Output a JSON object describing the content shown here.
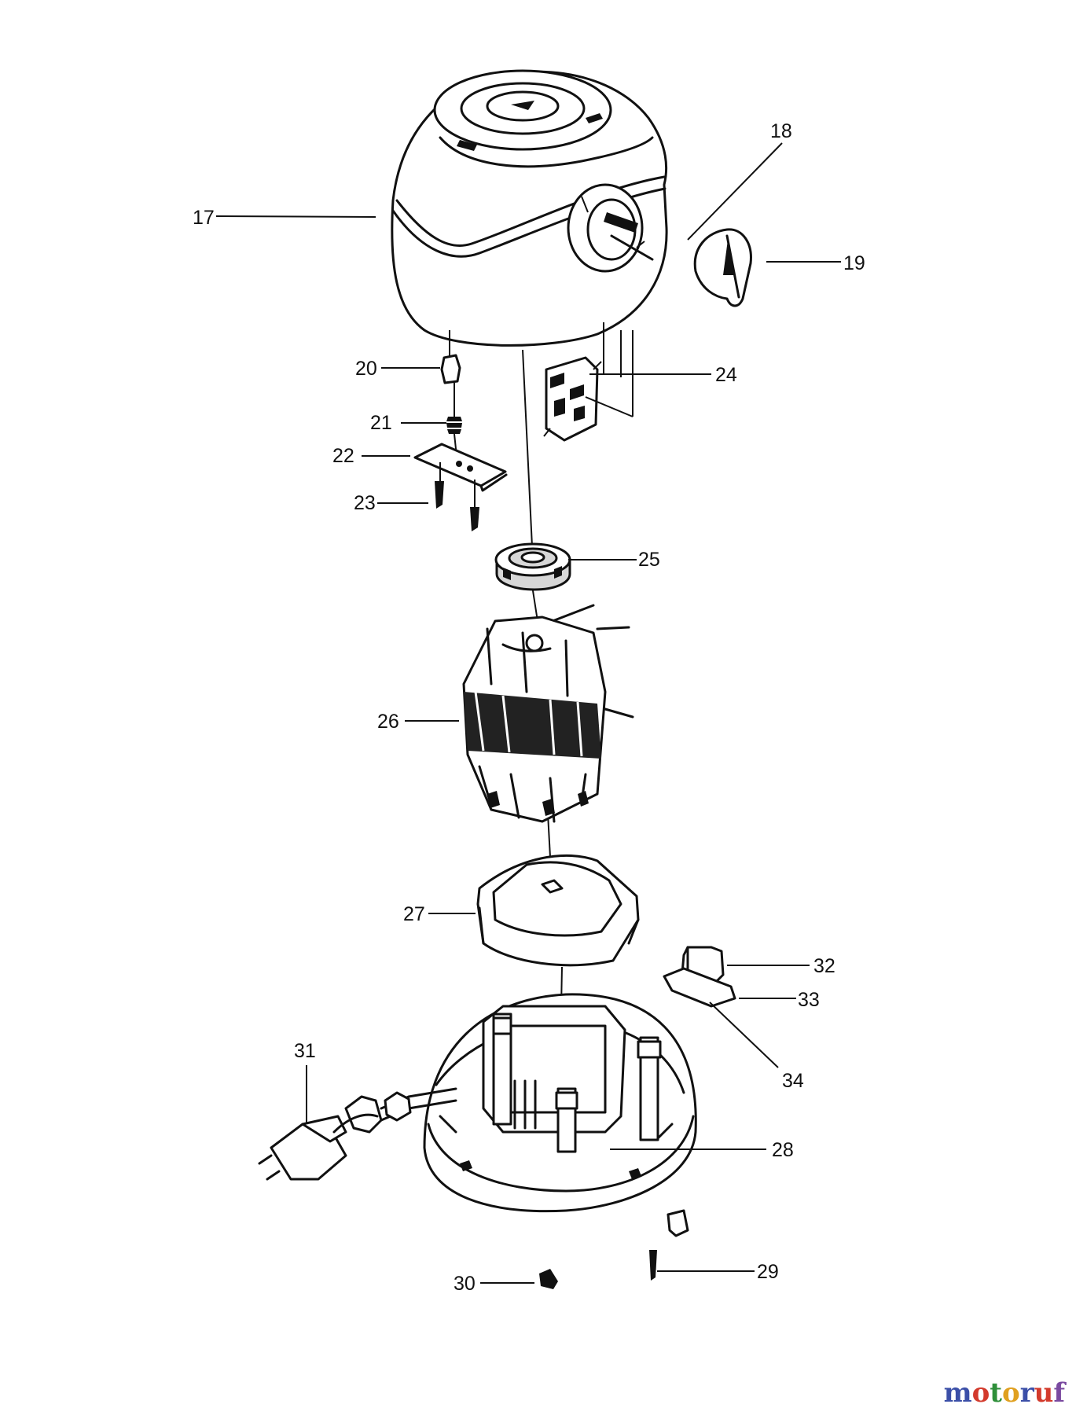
{
  "parts": [
    {
      "id": "17",
      "label": "17"
    },
    {
      "id": "18",
      "label": "18"
    },
    {
      "id": "19",
      "label": "19"
    },
    {
      "id": "20",
      "label": "20"
    },
    {
      "id": "21",
      "label": "21"
    },
    {
      "id": "22",
      "label": "22"
    },
    {
      "id": "23",
      "label": "23"
    },
    {
      "id": "24",
      "label": "24"
    },
    {
      "id": "25",
      "label": "25"
    },
    {
      "id": "26",
      "label": "26"
    },
    {
      "id": "27",
      "label": "27"
    },
    {
      "id": "28",
      "label": "28"
    },
    {
      "id": "29",
      "label": "29"
    },
    {
      "id": "30",
      "label": "30"
    },
    {
      "id": "31",
      "label": "31"
    },
    {
      "id": "32",
      "label": "32"
    },
    {
      "id": "33",
      "label": "33"
    },
    {
      "id": "34",
      "label": "34"
    }
  ],
  "watermark": {
    "text": "motoruf",
    "colors": [
      "#3b4fa8",
      "#d33a2c",
      "#2f8f3a",
      "#e0a020",
      "#3b4fa8",
      "#d33a2c",
      "#7a4aa0"
    ]
  }
}
